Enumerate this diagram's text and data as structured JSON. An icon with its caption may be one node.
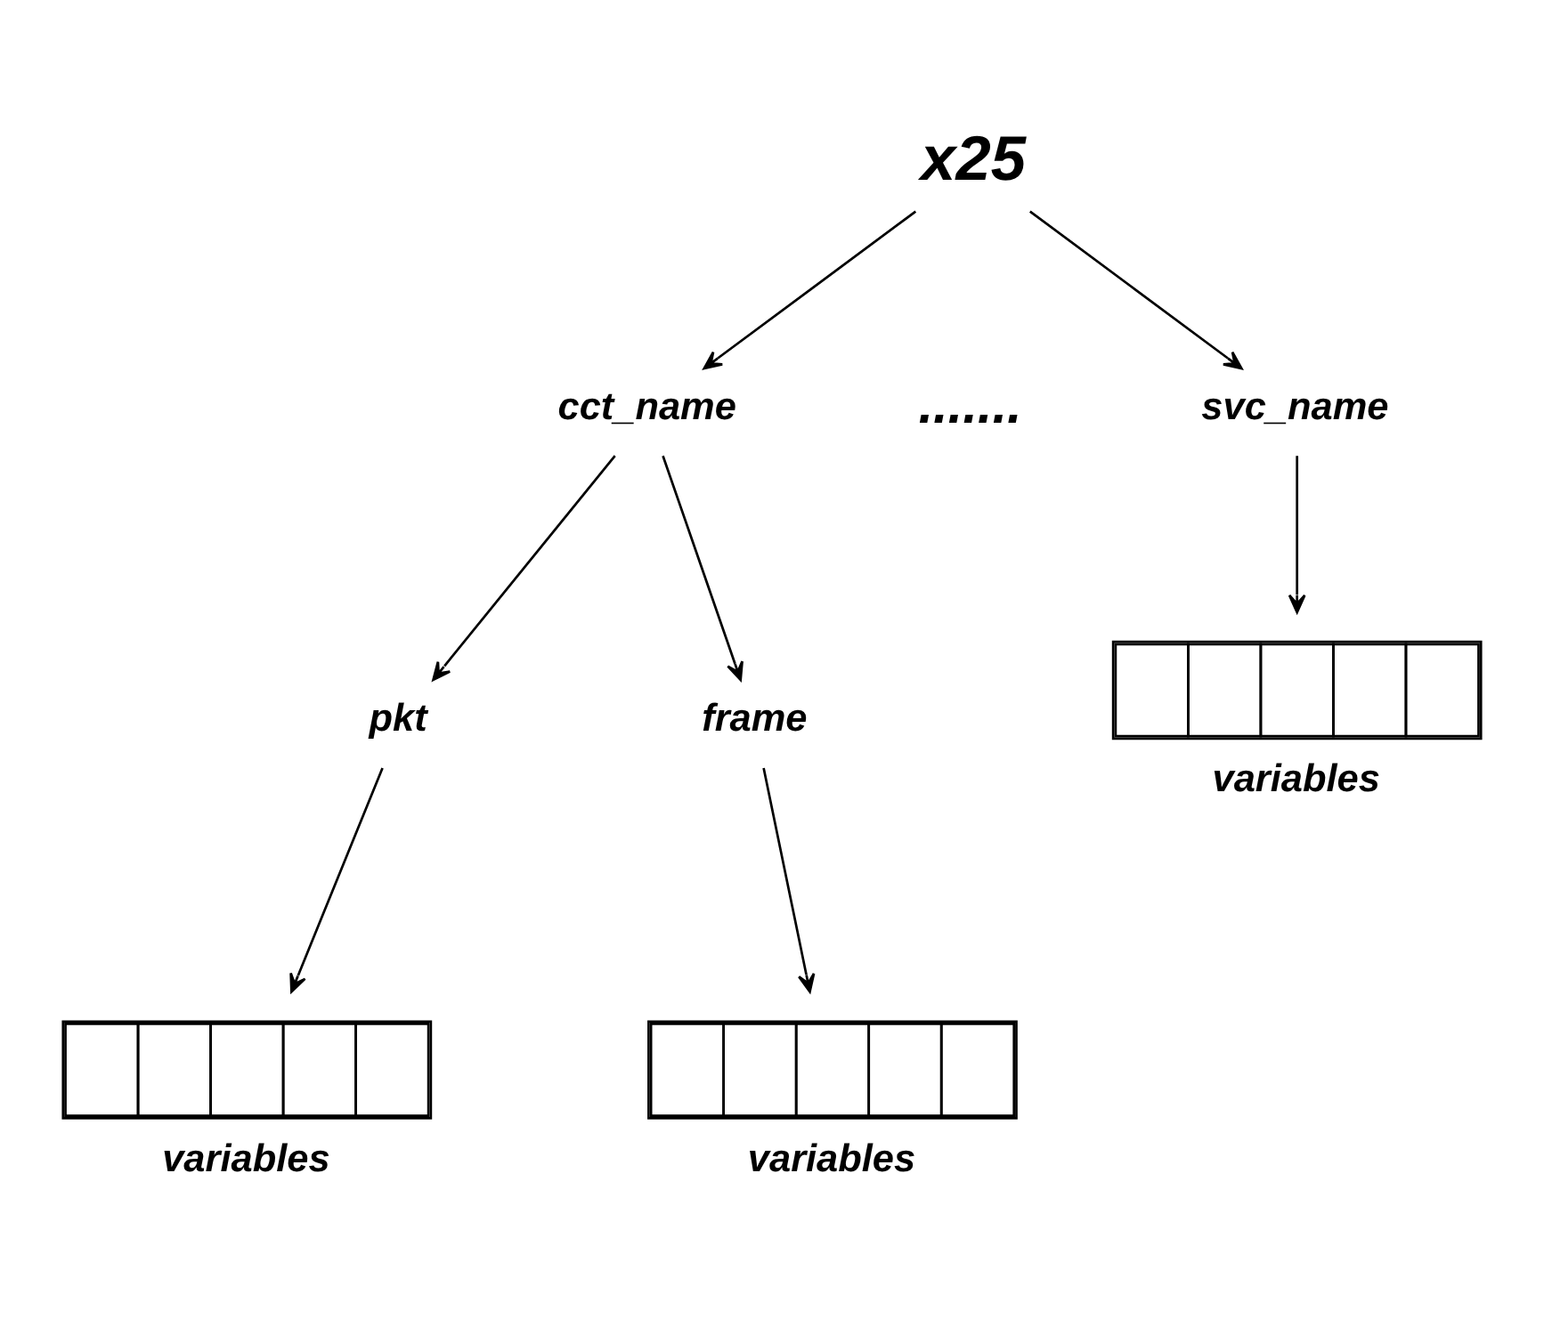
{
  "diagram": {
    "nodes": [
      {
        "text": [
          "x25"
        ]
      },
      {
        "text": [
          "cct_name"
        ]
      },
      {
        "text": [
          "svc_name"
        ]
      },
      {
        "text": [
          "pkt"
        ]
      },
      {
        "text": [
          "frame"
        ]
      },
      {
        "text": [],
        "shape": "bar",
        "beside": [
          "variables"
        ]
      },
      {
        "text": [],
        "shape": "bar",
        "beside": [
          "variables"
        ]
      },
      {
        "text": [],
        "shape": "bar",
        "beside": [
          "variables"
        ]
      }
    ],
    "edges": [
      {
        "from": 0,
        "to": 1,
        "arrow": "to"
      },
      {
        "from": 0,
        "to": 2,
        "arrow": "to"
      },
      {
        "from": 1,
        "to": 3,
        "arrow": "to"
      },
      {
        "from": 1,
        "to": 4,
        "arrow": "to"
      },
      {
        "from": 3,
        "to": 5,
        "arrow": "to"
      },
      {
        "from": 4,
        "to": 6,
        "arrow": "to"
      },
      {
        "from": 2,
        "to": 7,
        "arrow": "to"
      }
    ],
    "labels": [
      "......."
    ]
  }
}
